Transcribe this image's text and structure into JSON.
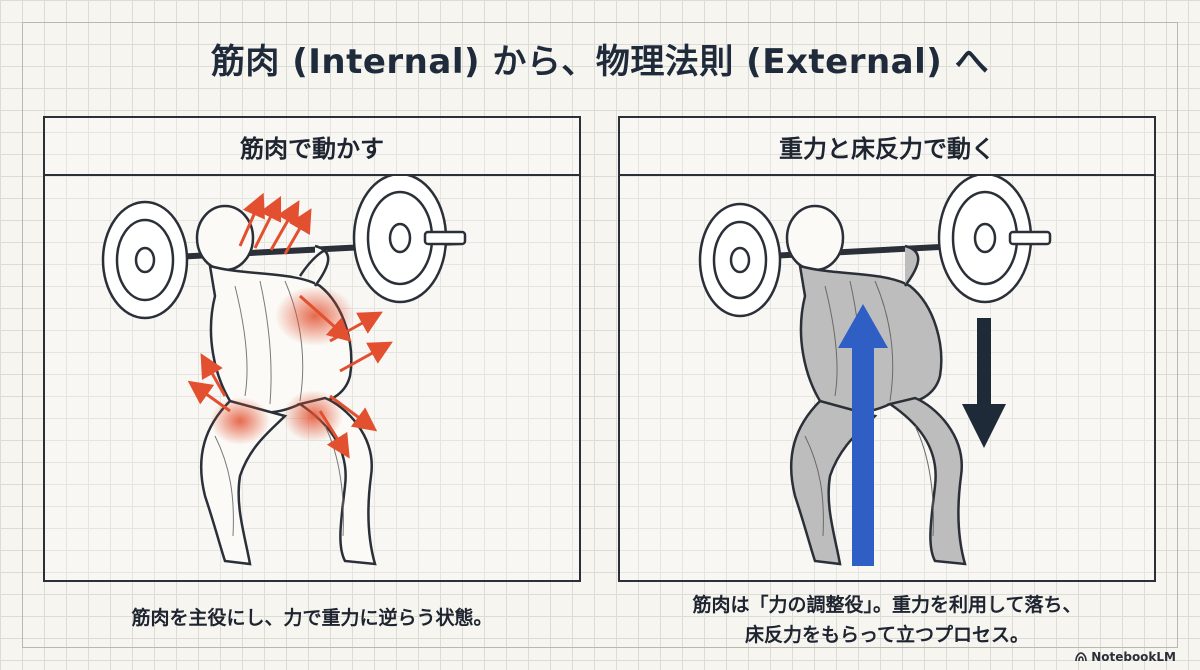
{
  "title": "筋肉 (Internal) から、物理法則 (External) へ",
  "left_panel": {
    "heading": "筋肉で動かす",
    "caption": "筋肉を主役にし、力で重力に逆らう状態。"
  },
  "right_panel": {
    "heading": "重力と床反力で動く",
    "caption_line1": "筋肉は「力の調整役」。重力を利用して落ち、",
    "caption_line2": "床反力をもらって立つプロセス。"
  },
  "branding": "NotebookLM",
  "colors": {
    "muscle_force_arrows": "#e2502f",
    "ground_reaction_arrow": "#2f5fc4",
    "gravity_arrow": "#1f2a38"
  },
  "icons": [
    "muscle-force-arrow",
    "ground-reaction-arrow",
    "gravity-arrow",
    "notebooklm-logo-icon"
  ]
}
